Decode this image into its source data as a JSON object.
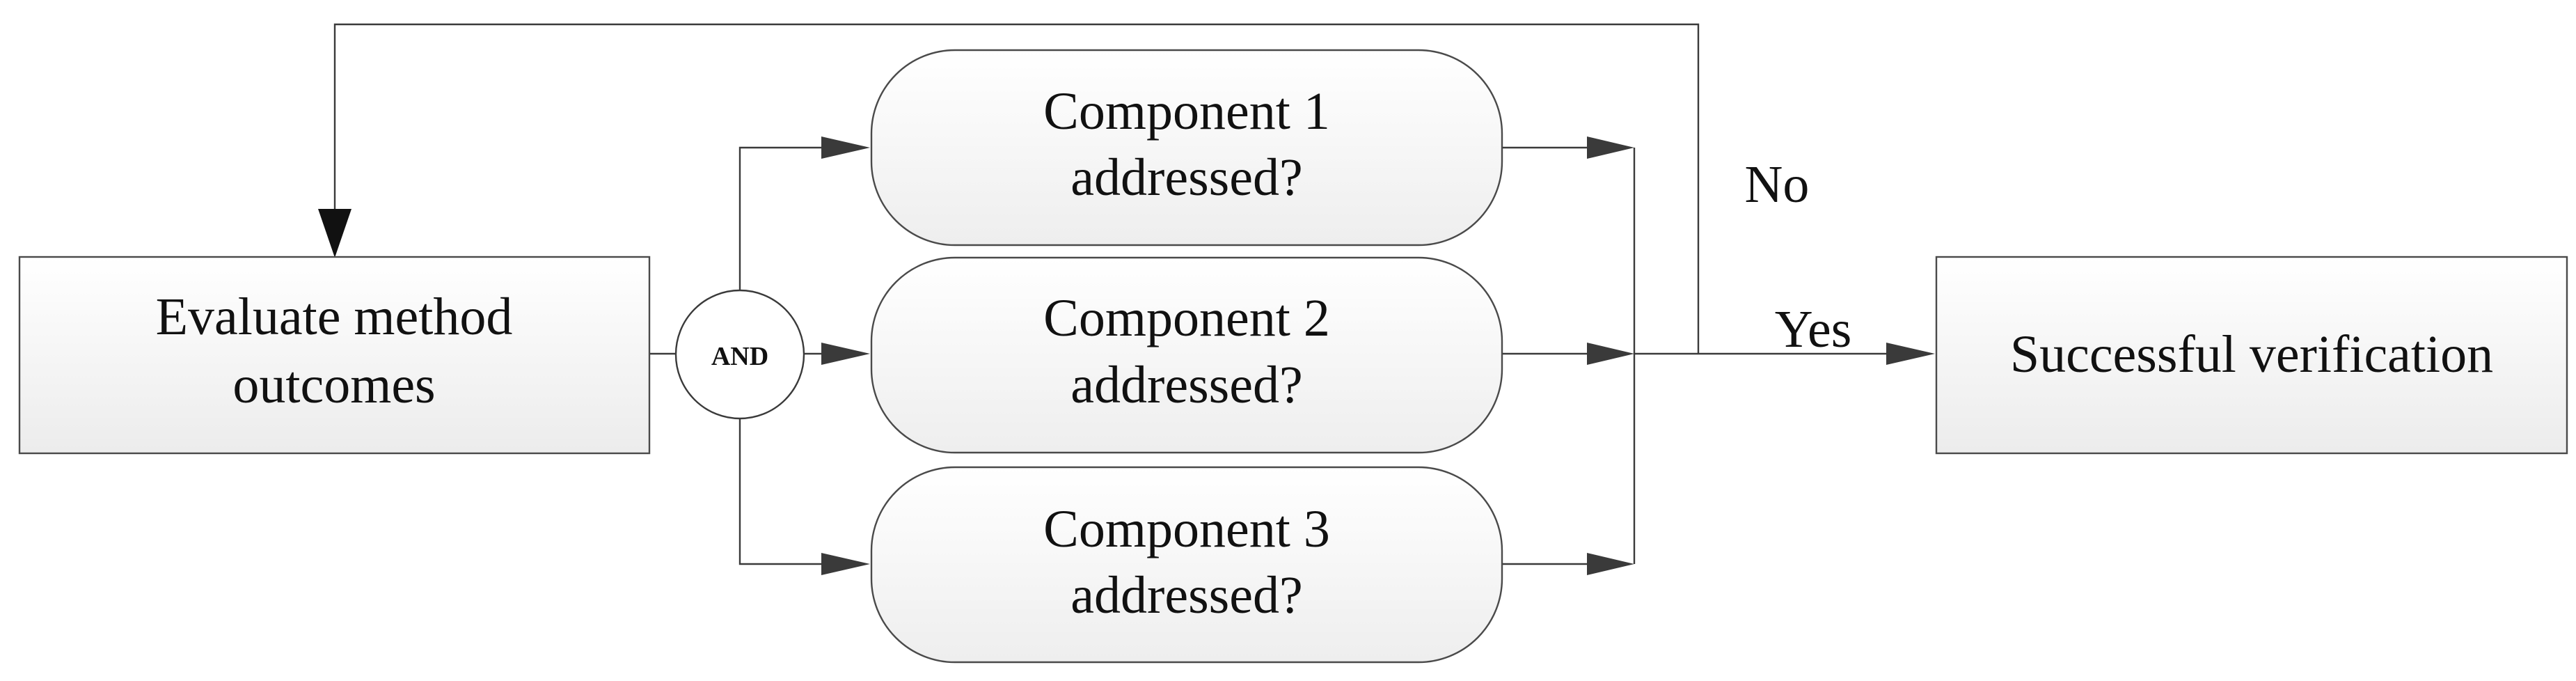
{
  "diagram": {
    "evaluate": {
      "line1": "Evaluate method",
      "line2": "outcomes"
    },
    "gate": {
      "label": "AND"
    },
    "components": [
      {
        "line1": "Component 1",
        "line2": "addressed?"
      },
      {
        "line1": "Component 2",
        "line2": "addressed?"
      },
      {
        "line1": "Component 3",
        "line2": "addressed?"
      }
    ],
    "labels": {
      "no": "No",
      "yes": "Yes"
    },
    "result": {
      "label": "Successful verification"
    }
  }
}
